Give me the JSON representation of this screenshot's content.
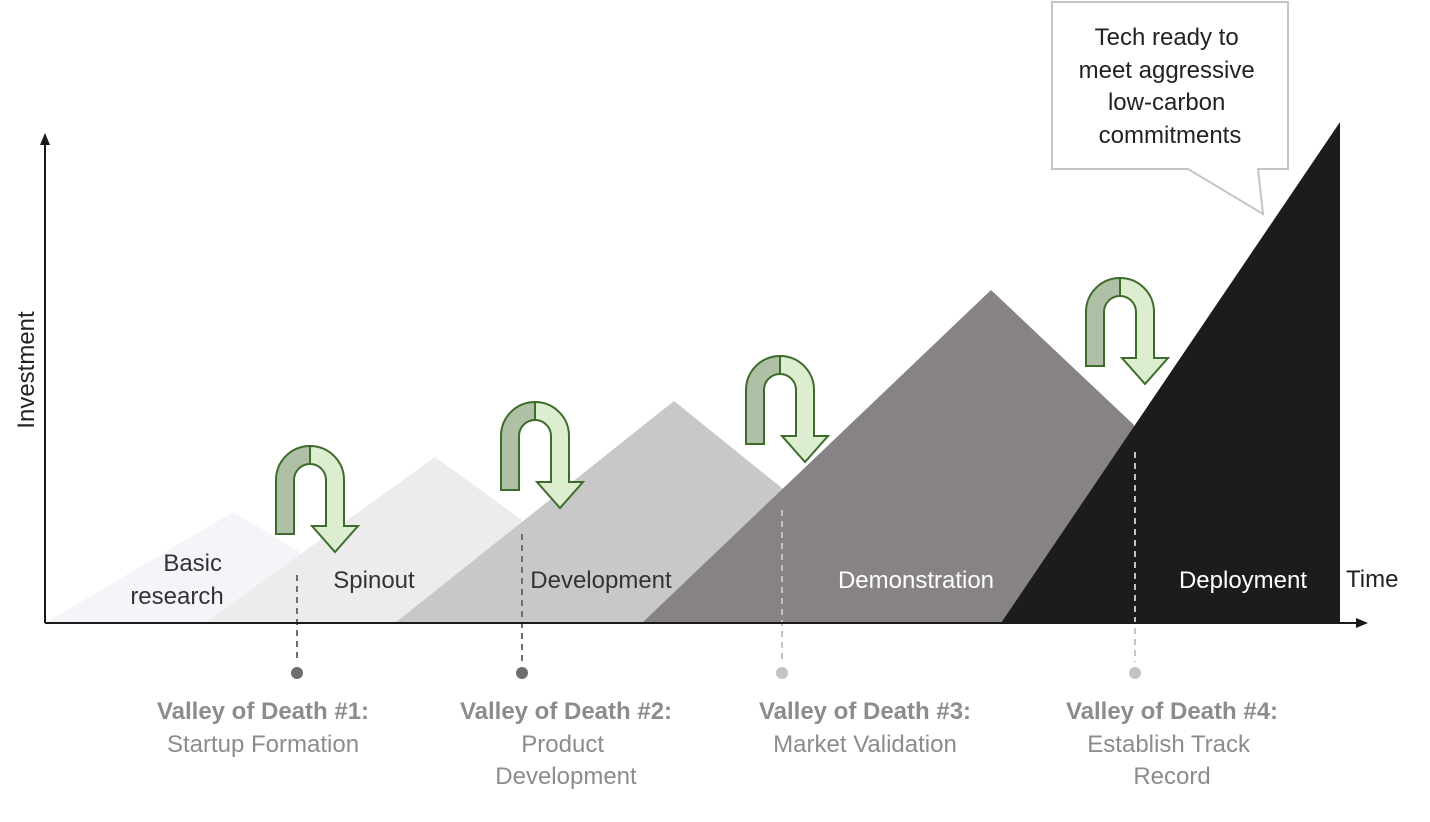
{
  "axes": {
    "y_label": "Investment",
    "x_label": "Time"
  },
  "stages": [
    {
      "lines": [
        "Basic",
        "research"
      ],
      "fill": "#f3f5f9",
      "text_color": "#333333"
    },
    {
      "lines": [
        "Spinout"
      ],
      "fill": "#ececec",
      "text_color": "#333333"
    },
    {
      "lines": [
        "Development"
      ],
      "fill": "#c8c8c8",
      "text_color": "#333333"
    },
    {
      "lines": [
        "Demonstration"
      ],
      "fill": "#878385",
      "text_color": "#ffffff"
    },
    {
      "lines": [
        "Deployment"
      ],
      "fill": "#1c1c1c",
      "text_color": "#ffffff"
    }
  ],
  "valleys": [
    {
      "title": "Valley of Death #1:",
      "lines": [
        "Startup Formation"
      ],
      "marker_color": "#6e6e6e"
    },
    {
      "title": "Valley of Death #2:",
      "lines": [
        "Product",
        "Development"
      ],
      "marker_color": "#6e6e6e"
    },
    {
      "title": "Valley of Death #3:",
      "lines": [
        "Market Validation"
      ],
      "marker_color": "#c4c4c4"
    },
    {
      "title": "Valley of Death #4:",
      "lines": [
        "Establish Track",
        "Record"
      ],
      "marker_color": "#c4c4c4"
    }
  ],
  "callout": {
    "lines": [
      "Tech ready to",
      "meet aggressive",
      "low-carbon",
      "commitments"
    ]
  },
  "colors": {
    "arrow_light": "#dcedd0",
    "arrow_dark": "#b0c0a6",
    "arrow_stroke": "#3d6b2a",
    "axis": "#1a1a1a",
    "callout_border": "#c4c4c4"
  }
}
